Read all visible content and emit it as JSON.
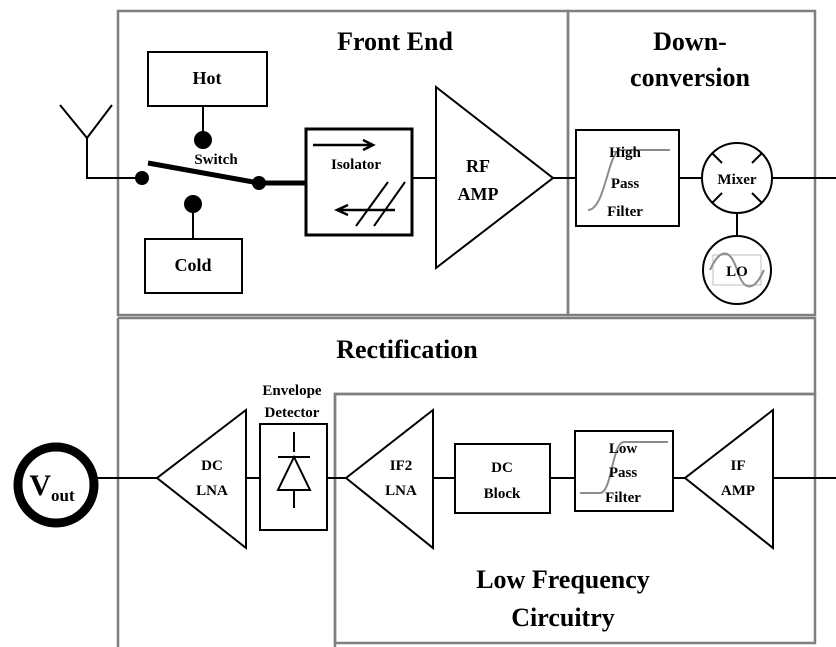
{
  "sections": {
    "front_end": "Front End",
    "down_conv_1": "Down-",
    "down_conv_2": "conversion",
    "rectification": "Rectification",
    "low_freq_1": "Low Frequency",
    "low_freq_2": "Circuitry"
  },
  "blocks": {
    "hot": "Hot",
    "cold": "Cold",
    "switch": "Switch",
    "isolator": "Isolator",
    "rf_amp_1": "RF",
    "rf_amp_2": "AMP",
    "hpf_1": "High",
    "hpf_2": "Pass",
    "hpf_3": "Filter",
    "mixer": "Mixer",
    "lo": "LO",
    "if_amp_1": "IF",
    "if_amp_2": "AMP",
    "lpf_1": "Low",
    "lpf_2": "Pass",
    "lpf_3": "Filter",
    "dc_block_1": "DC",
    "dc_block_2": "Block",
    "if2_lna_1": "IF2",
    "if2_lna_2": "LNA",
    "env_det_1": "Envelope",
    "env_det_2": "Detector",
    "dc_lna_1": "DC",
    "dc_lna_2": "LNA",
    "vout_main": "V",
    "vout_sub": "out"
  }
}
